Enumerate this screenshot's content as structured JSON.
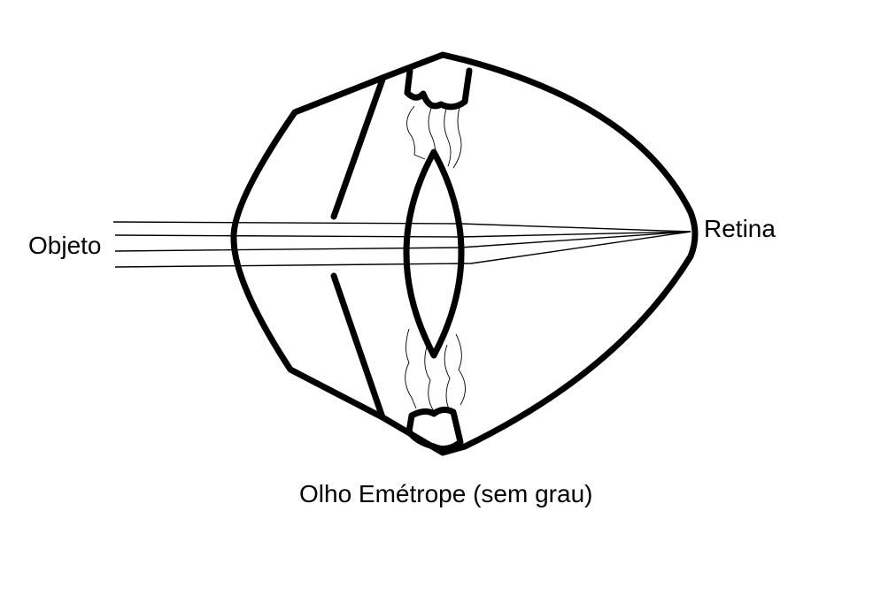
{
  "diagram": {
    "labels": {
      "object": "Objeto",
      "retina": "Retina",
      "caption": "Olho Emétrope (sem grau)"
    },
    "colors": {
      "stroke": "#000000",
      "background": "#ffffff"
    }
  }
}
